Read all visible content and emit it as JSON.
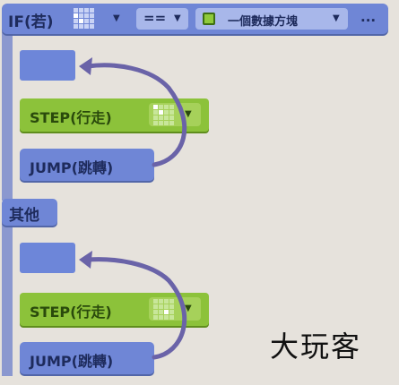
{
  "if_block": {
    "label": "IF(若)",
    "operator": "==",
    "condition": "一個數據方塊",
    "more": "..."
  },
  "else_block": {
    "label": "其他"
  },
  "steps": [
    {
      "step_label": "STEP(行走)",
      "jump_label": "JUMP(跳轉)"
    },
    {
      "step_label": "STEP(行走)",
      "jump_label": "JUMP(跳轉)"
    }
  ],
  "watermark": "大玩客",
  "colors": {
    "background": "#e6e2dc",
    "control_block": "#6f86d6",
    "step_block": "#8cc23a",
    "arrow": "#6a63a8"
  },
  "icons": {
    "if_operand": "data-grid-icon",
    "condition": "green-square-icon",
    "step_direction": "direction-grid-icon",
    "dropdown": "chevron-down-icon"
  }
}
